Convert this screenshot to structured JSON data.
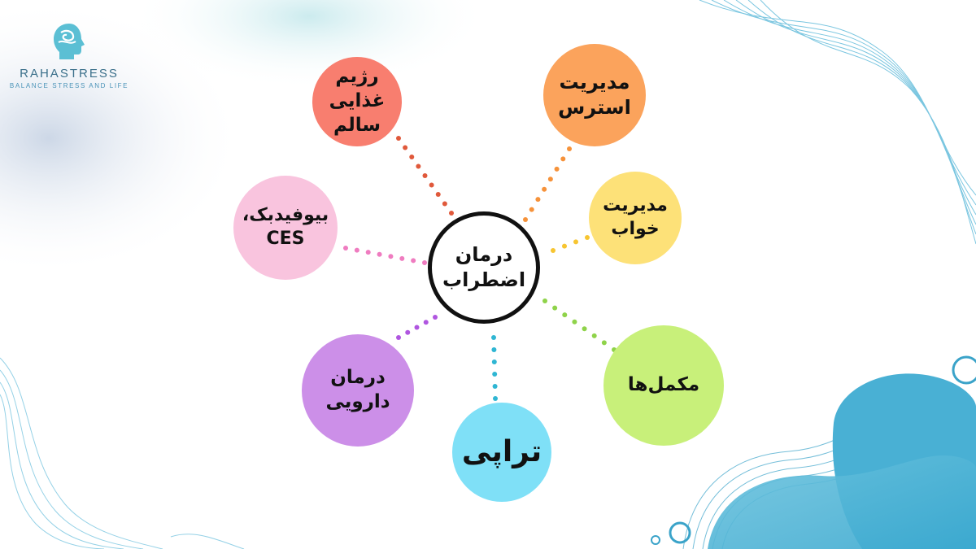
{
  "brand": {
    "name": "RAHASTRESS",
    "tagline": "BALANCE STRESS AND LIFE",
    "icon": "head-wave-icon"
  },
  "center": {
    "label": "درمان\nاضطراب"
  },
  "nodes": [
    {
      "id": "diet",
      "label": "رژیم\nغذایی\nسالم",
      "color": "#f87e6f",
      "dot_color": "#e0593b"
    },
    {
      "id": "stress",
      "label": "مدیریت\nاسترس",
      "color": "#fba35c",
      "dot_color": "#f6923a"
    },
    {
      "id": "sleep",
      "label": "مدیریت\nخواب",
      "color": "#fde178",
      "dot_color": "#f7c531"
    },
    {
      "id": "biofeedback",
      "label": "بیوفیدبک،\nCES",
      "color": "#f9c4de",
      "dot_color": "#ef7cc0"
    },
    {
      "id": "supplements",
      "label": "مکمل‌ها",
      "color": "#c8f07a",
      "dot_color": "#8fd34a"
    },
    {
      "id": "medication",
      "label": "درمان\nدارویی",
      "color": "#cc8fe8",
      "dot_color": "#b056e0"
    },
    {
      "id": "therapy",
      "label": "تراپی",
      "color": "#7fe0f7",
      "dot_color": "#2fb6d3"
    }
  ]
}
